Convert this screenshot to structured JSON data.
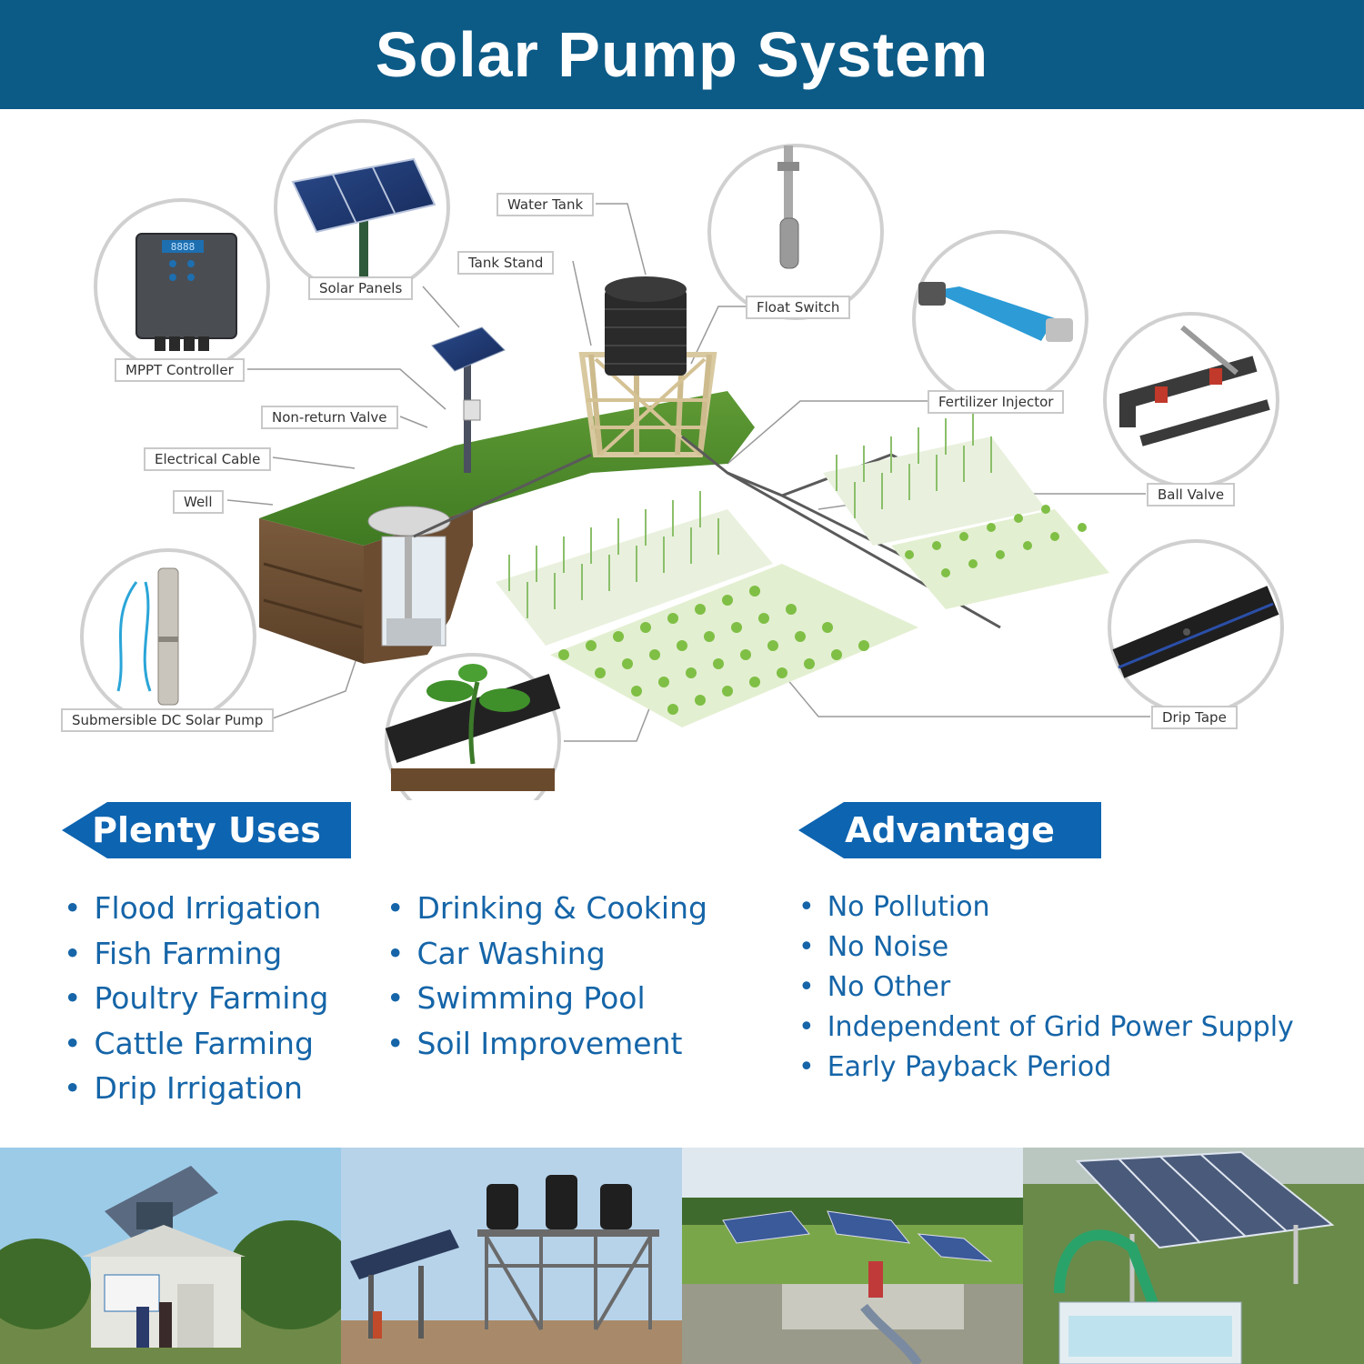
{
  "title": "Solar Pump System",
  "diagram": {
    "labels": {
      "water_tank": "Water Tank",
      "tank_stand": "Tank Stand",
      "solar_panels": "Solar Panels",
      "float_switch": "Float Switch",
      "mppt_controller": "MPPT Controller",
      "fertilizer_injector": "Fertilizer Injector",
      "non_return_valve": "Non-return Valve",
      "electrical_cable": "Electrical Cable",
      "ball_valve": "Ball Valve",
      "well": "Well",
      "submersible_pump": "Submersible DC Solar Pump",
      "drip_tape": "Drip Tape"
    },
    "controller_display": "8888"
  },
  "uses": {
    "heading": "Plenty Uses",
    "col1": [
      "Flood Irrigation",
      "Fish Farming",
      "Poultry Farming",
      "Cattle Farming",
      "Drip Irrigation"
    ],
    "col2": [
      "Drinking & Cooking",
      "Car Washing",
      "Swimming Pool",
      "Soil Improvement"
    ]
  },
  "advantage": {
    "heading": "Advantage",
    "items": [
      "No Pollution",
      "No Noise",
      "No Other",
      "Independent of Grid Power Supply",
      "Early Payback Period"
    ]
  },
  "colors": {
    "header_bg": "#0c5a86",
    "section_head_bg": "#0d64b0",
    "list_text": "#1565a8"
  }
}
